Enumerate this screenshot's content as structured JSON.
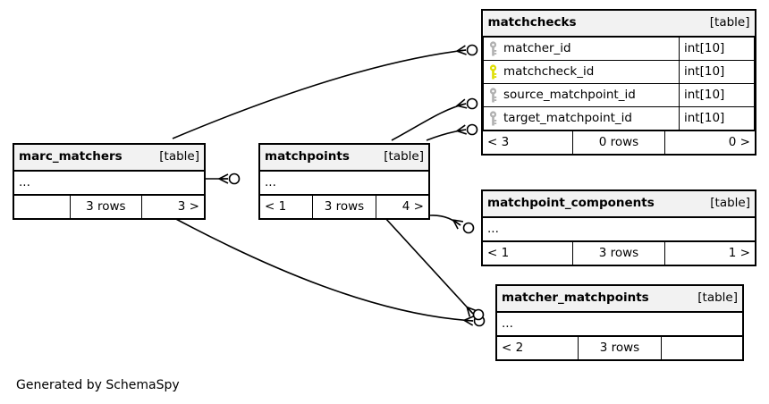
{
  "diagram": {
    "kind": "schemaspy-er-diagram",
    "credit": "Generated by SchemaSpy",
    "table_tag": "[table]",
    "ellipsis": "...",
    "colors": {
      "background": "#ffffff",
      "node_border": "#000000",
      "header_fill": "#f2f2f2",
      "edge": "#000000",
      "primary_key_icon": "#dede00",
      "foreign_key_icon": "#b0b0b0"
    }
  },
  "tables": [
    {
      "id": "matchchecks",
      "name": "matchchecks",
      "tag": "[table]",
      "columns": [
        {
          "key": "foreign",
          "name": "matcher_id",
          "type": "int[10]"
        },
        {
          "key": "primary",
          "name": "matchcheck_id",
          "type": "int[10]"
        },
        {
          "key": "foreign",
          "name": "source_matchpoint_id",
          "type": "int[10]"
        },
        {
          "key": "foreign",
          "name": "target_matchpoint_id",
          "type": "int[10]"
        }
      ],
      "footer": {
        "left": "< 3",
        "middle": "0 rows",
        "right": "0 >"
      }
    },
    {
      "id": "marc_matchers",
      "name": "marc_matchers",
      "tag": "[table]",
      "columns": [],
      "ellipsis": "...",
      "footer": {
        "left": "",
        "middle": "3 rows",
        "right": "3 >"
      }
    },
    {
      "id": "matchpoints",
      "name": "matchpoints",
      "tag": "[table]",
      "columns": [],
      "ellipsis": "...",
      "footer": {
        "left": "< 1",
        "middle": "3 rows",
        "right": "4 >"
      }
    },
    {
      "id": "matchpoint_components",
      "name": "matchpoint_components",
      "tag": "[table]",
      "columns": [],
      "ellipsis": "...",
      "footer": {
        "left": "< 1",
        "middle": "3 rows",
        "right": "1 >"
      }
    },
    {
      "id": "matcher_matchpoints",
      "name": "matcher_matchpoints",
      "tag": "[table]",
      "columns": [],
      "ellipsis": "...",
      "footer": {
        "left": "< 2",
        "middle": "3 rows",
        "right": ""
      }
    }
  ],
  "relationships": [
    {
      "from": "marc_matchers",
      "to": "matchchecks",
      "to_column": "matcher_id",
      "notation": "crowsfoot-optional"
    },
    {
      "from": "matchpoints",
      "to": "matchchecks",
      "to_column": "source_matchpoint_id",
      "notation": "crowsfoot-optional"
    },
    {
      "from": "matchpoints",
      "to": "matchchecks",
      "to_column": "target_matchpoint_id",
      "notation": "crowsfoot-optional"
    },
    {
      "from": "marc_matchers",
      "to": "matchpoints",
      "notation": "crowsfoot-optional"
    },
    {
      "from": "matchpoints",
      "to": "matchpoint_components",
      "notation": "crowsfoot-optional"
    },
    {
      "from": "marc_matchers",
      "to": "matcher_matchpoints",
      "notation": "crowsfoot-optional"
    },
    {
      "from": "matchpoints",
      "to": "matcher_matchpoints",
      "notation": "crowsfoot-optional"
    }
  ]
}
